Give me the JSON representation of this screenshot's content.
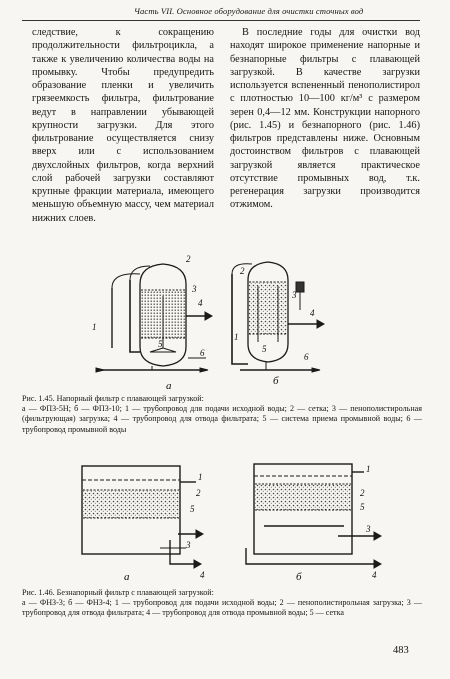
{
  "running_head": "Часть VII. Основное оборудование для очистки сточных вод",
  "left_column": "следствие, к сокращению продолжительности фильтроцикла, а также к увеличению количества воды на промывку. Чтобы предупредить образование пленки и увеличить грязеемкость фильтра, фильтрование ведут в направлении убывающей крупности загрузки. Для этого фильтрование осуществляется снизу вверх или с использованием двухслойных фильтров, когда верхний слой рабочей загрузки составляют крупные фракции материала, имеющего меньшую объемную массу, чем материал нижних слоев.",
  "right_column": "В последние годы для очистки вод находят широкое применение напорные и безнапорные фильтры с плавающей загрузкой. В качестве загрузки используется вспененный пенополистирол с плотностью 10—100 кг/м³ с размером зерен 0,4—12 мм. Конструкции напорного (рис. 1.45) и безнапорного (рис. 1.46) фильтров представлены ниже. Основным достоинством фильтров с плавающей загрузкой является практическое отсутствие промывных вод, т.к. регенерация загрузки производится отжимом.",
  "figure_1_45": {
    "labels": {
      "a": "а",
      "b": "б",
      "n1": "1",
      "n2": "2",
      "n3": "3",
      "n4": "4",
      "n5": "5",
      "n6": "6"
    },
    "caption_title": "Рис. 1.45. Напорный фильтр с плавающей загрузкой:",
    "caption_body": "а — ФПЗ-5Н; б — ФПЗ-10; 1 — трубопровод для подачи исходной воды; 2 — сетка; 3 — пенополистирольная (фильтрующая) загрузка; 4 — трубопровод для отвода фильтрата; 5 — система приема промывной воды; 6 — трубопровод промывной воды"
  },
  "figure_1_46": {
    "labels": {
      "a": "а",
      "b": "б",
      "n1": "1",
      "n2": "2",
      "n3": "3",
      "n4": "4",
      "n5": "5"
    },
    "caption_title": "Рис. 1.46. Безнапорный фильтр с плавающей загрузкой:",
    "caption_body": "а — ФНЗ-3; б — ФНЗ-4; 1 — трубопровод для подачи исходной воды; 2 — пенополистирольная загрузка; 3 — трубопровод для отвода фильтрата; 4 — трубопровод для отвода промывной воды; 5 — сетка"
  },
  "page_number": "483"
}
